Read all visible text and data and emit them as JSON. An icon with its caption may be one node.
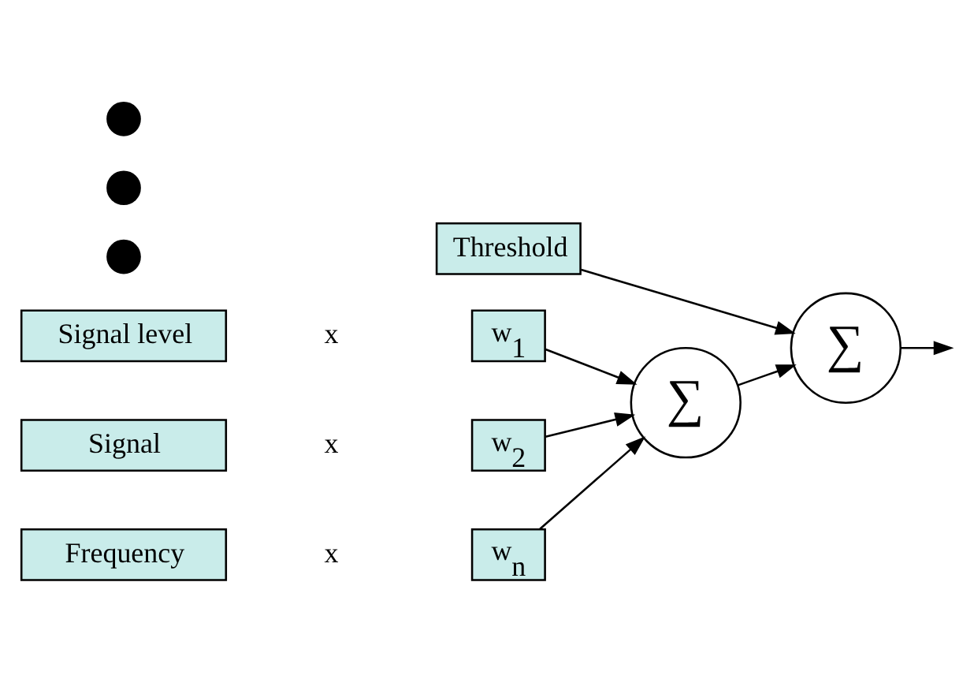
{
  "diagram": {
    "nodes": [
      {
        "text": [
          "Threshold"
        ]
      },
      {
        "text": [
          "∑"
        ]
      },
      {
        "text": [
          "Signal level"
        ]
      },
      {
        "text": [
          "w$_{1}$"
        ]
      },
      {
        "text": [
          "Signal"
        ]
      },
      {
        "text": [
          "w$_{2}$"
        ]
      },
      {
        "text": [
          "∑"
        ]
      },
      {
        "text": [],
        "shape": "circle"
      },
      {
        "text": [],
        "shape": "circle"
      },
      {
        "text": [],
        "shape": "circle"
      },
      {
        "text": [
          "Frequency"
        ]
      },
      {
        "text": [
          "w$_{n}$"
        ]
      }
    ],
    "edges": [
      {
        "from": 3,
        "to": 6,
        "arrow": "to"
      },
      {
        "from": 5,
        "to": 6,
        "arrow": "to"
      },
      {
        "from": 11,
        "to": 6,
        "arrow": "to"
      },
      {
        "from": 6,
        "to": 1,
        "arrow": "to"
      },
      {
        "from": 0,
        "to": 1,
        "arrow": "to"
      },
      {
        "from": 1,
        "to": null,
        "arrow": "to"
      }
    ],
    "labels": [
      "x",
      "x",
      "x"
    ]
  }
}
